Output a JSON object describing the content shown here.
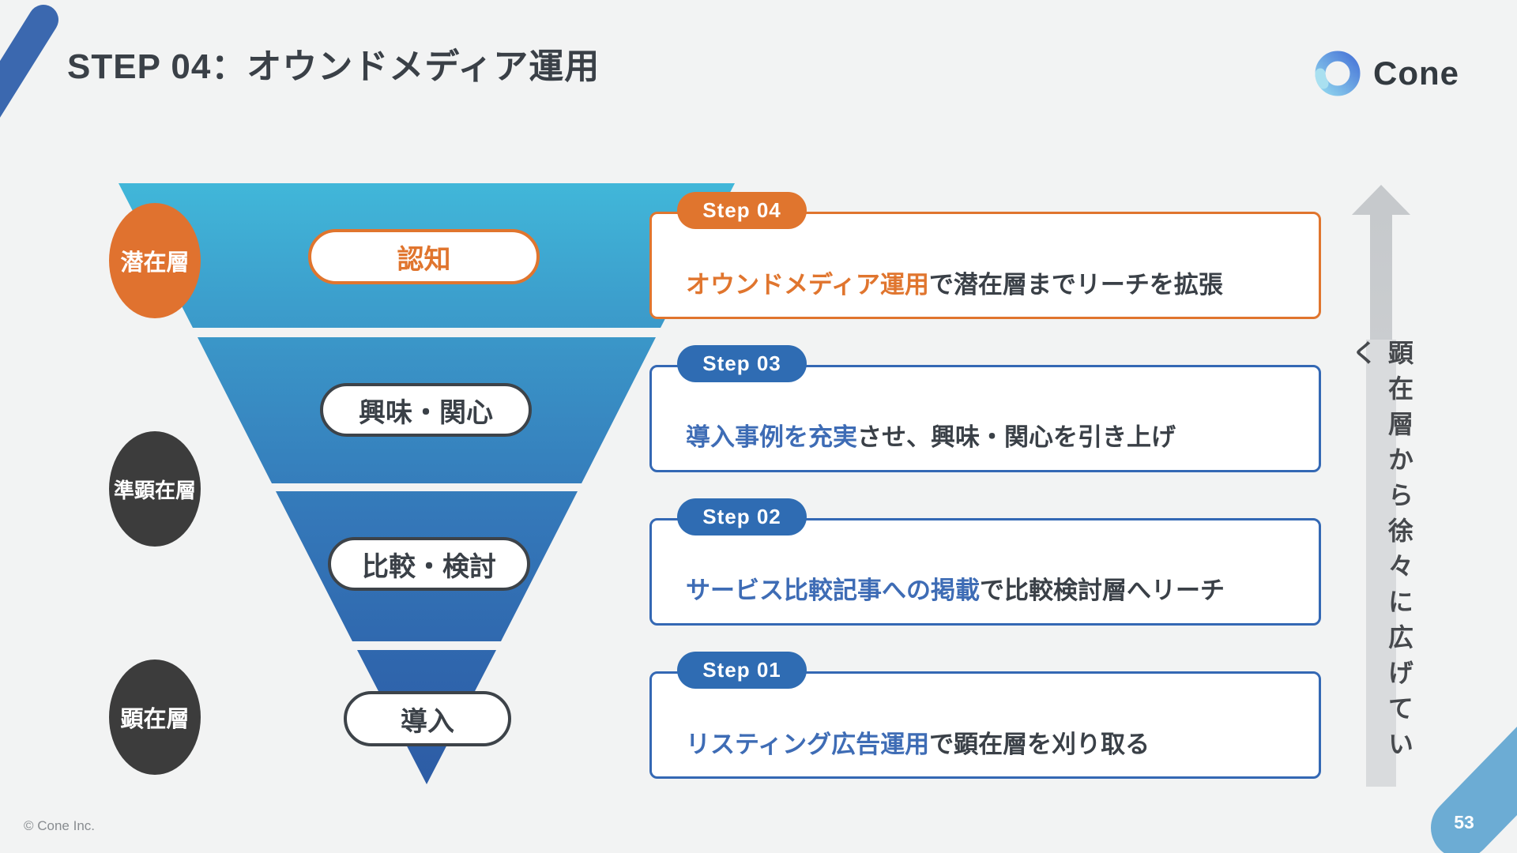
{
  "slide": {
    "title": "STEP 04：オウンドメディア運用",
    "logo_text": "Cone",
    "copyright": "© Cone Inc.",
    "page_number": "53",
    "arrow_note": "顕在層から徐々に広げていく"
  },
  "funnel": {
    "stages": [
      {
        "label": "認知",
        "accent": "orange"
      },
      {
        "label": "興味・関心",
        "accent": "dark"
      },
      {
        "label": "比較・検討",
        "accent": "dark"
      },
      {
        "label": "導入",
        "accent": "dark"
      }
    ],
    "audience_circles": [
      {
        "label": "潜在層",
        "color": "orange"
      },
      {
        "label": "準顕在層",
        "color": "dark"
      },
      {
        "label": "顕在層",
        "color": "dark"
      }
    ]
  },
  "steps": [
    {
      "badge": "Step 04",
      "highlight": "オウンドメディア運用",
      "rest": "で潜在層までリーチを拡張",
      "accent": "orange"
    },
    {
      "badge": "Step 03",
      "highlight": "導入事例を充実",
      "rest": "させ、興味・関心を引き上げ",
      "accent": "blue"
    },
    {
      "badge": "Step 02",
      "highlight": "サービス比較記事への掲載",
      "rest": "で比較検討層へリーチ",
      "accent": "blue"
    },
    {
      "badge": "Step 01",
      "highlight": "リスティング広告運用",
      "rest": "で顕在層を刈り取る",
      "accent": "blue"
    }
  ],
  "colors": {
    "background": "#f2f3f3",
    "accent_orange": "#e0752e",
    "accent_blue": "#3468b4",
    "highlight_text_blue": "#3e6cb5",
    "dark_text": "#3a4047",
    "dark_circle": "#3c3c3c",
    "funnel_top": "#41b7d9",
    "funnel_bottom": "#2d5ca5",
    "arrow_gray": "#cbced1",
    "page_bar_blue": "#6cacd4",
    "decor_bar_blue": "#3b68af"
  }
}
